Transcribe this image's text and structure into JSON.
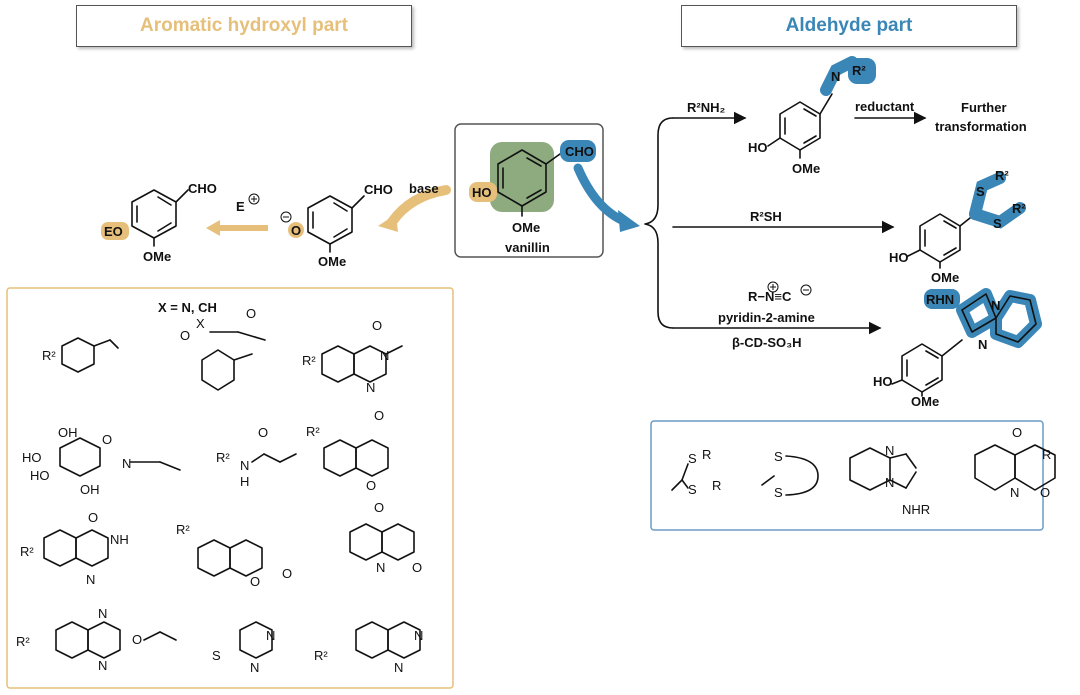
{
  "headers": {
    "left_title": "Aromatic hydroxyl part",
    "right_title": "Aldehyde part",
    "left_color": "#e6c07b",
    "right_color": "#3a86b6"
  },
  "center": {
    "cho": "CHO",
    "ho": "HO",
    "ome": "OMe",
    "name": "vanillin"
  },
  "left_path": {
    "base_label": "base",
    "electrophile": "E",
    "phenoxide_cho": "CHO",
    "phenoxide_ome": "OMe",
    "phenoxide_o": "O",
    "product_eo": "EO",
    "product_cho": "CHO",
    "product_ome": "OMe"
  },
  "right_path": {
    "reagent1": "R²NH₂",
    "imine_n": "N",
    "imine_r": "R²",
    "imine_ho": "HO",
    "imine_ome": "OMe",
    "reductant": "reductant",
    "further1": "Further",
    "further2": "transformation",
    "reagent2": "R²SH",
    "dithio_s1": "S",
    "dithio_s2": "S",
    "dithio_r1": "R²",
    "dithio_r2": "R²",
    "dithio_ho": "HO",
    "dithio_ome": "OMe",
    "reagent3a": "R−N≡C",
    "reagent3b": "pyridin-2-amine",
    "reagent3c": "β-CD-SO₃H",
    "imid_rhn": "RHN",
    "imid_n1": "N",
    "imid_n2": "N",
    "imid_ho": "HO",
    "imid_ome": "OMe"
  },
  "left_panel": {
    "xn_label": "X = N, CH",
    "x": "X",
    "o": "O",
    "r2": "R²",
    "n": "N",
    "nh": "NH",
    "h": "H",
    "oh": "OH",
    "ho": "HO"
  },
  "right_panel": {
    "s": "S",
    "r": "R",
    "n": "N",
    "nhr": "NHR",
    "o": "O"
  }
}
